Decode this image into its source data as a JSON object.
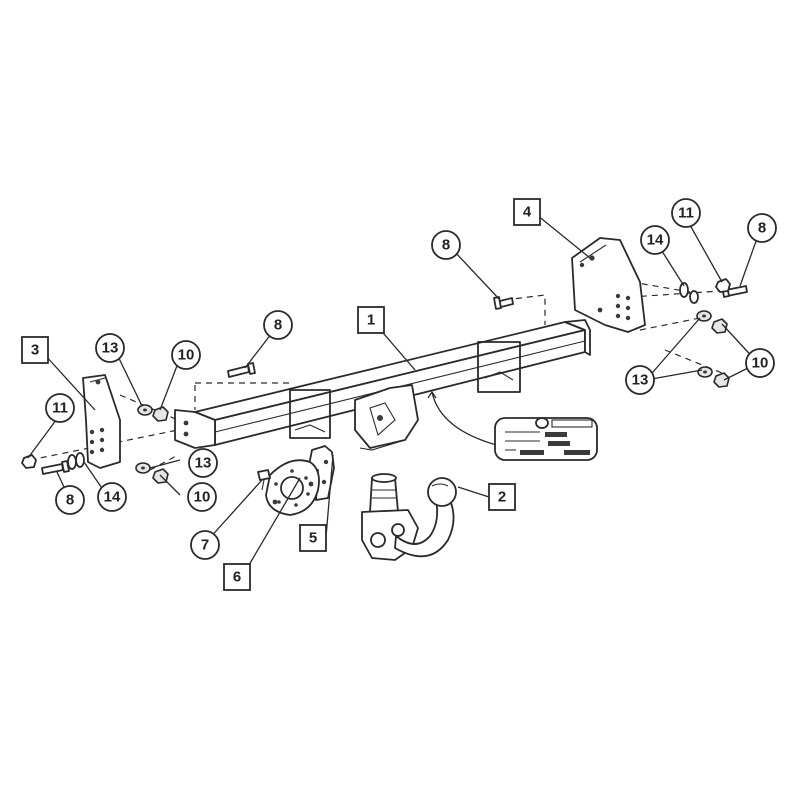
{
  "diagram": {
    "callouts_square": [
      {
        "id": "c1",
        "label": "1"
      },
      {
        "id": "c2",
        "label": "2"
      },
      {
        "id": "c3",
        "label": "3"
      },
      {
        "id": "c4",
        "label": "4"
      },
      {
        "id": "c5",
        "label": "5"
      },
      {
        "id": "c6",
        "label": "6"
      }
    ],
    "callouts_round": [
      {
        "id": "r8a",
        "label": "8"
      },
      {
        "id": "r8b",
        "label": "8"
      },
      {
        "id": "r8c",
        "label": "8"
      },
      {
        "id": "r8d",
        "label": "8"
      },
      {
        "id": "r11a",
        "label": "11"
      },
      {
        "id": "r11b",
        "label": "11"
      },
      {
        "id": "r14a",
        "label": "14"
      },
      {
        "id": "r14b",
        "label": "14"
      },
      {
        "id": "r13a",
        "label": "13"
      },
      {
        "id": "r13b",
        "label": "13"
      },
      {
        "id": "r13c",
        "label": "13"
      },
      {
        "id": "r10a",
        "label": "10"
      },
      {
        "id": "r10b",
        "label": "10"
      },
      {
        "id": "r10c",
        "label": "10"
      },
      {
        "id": "r7",
        "label": "7"
      }
    ]
  }
}
